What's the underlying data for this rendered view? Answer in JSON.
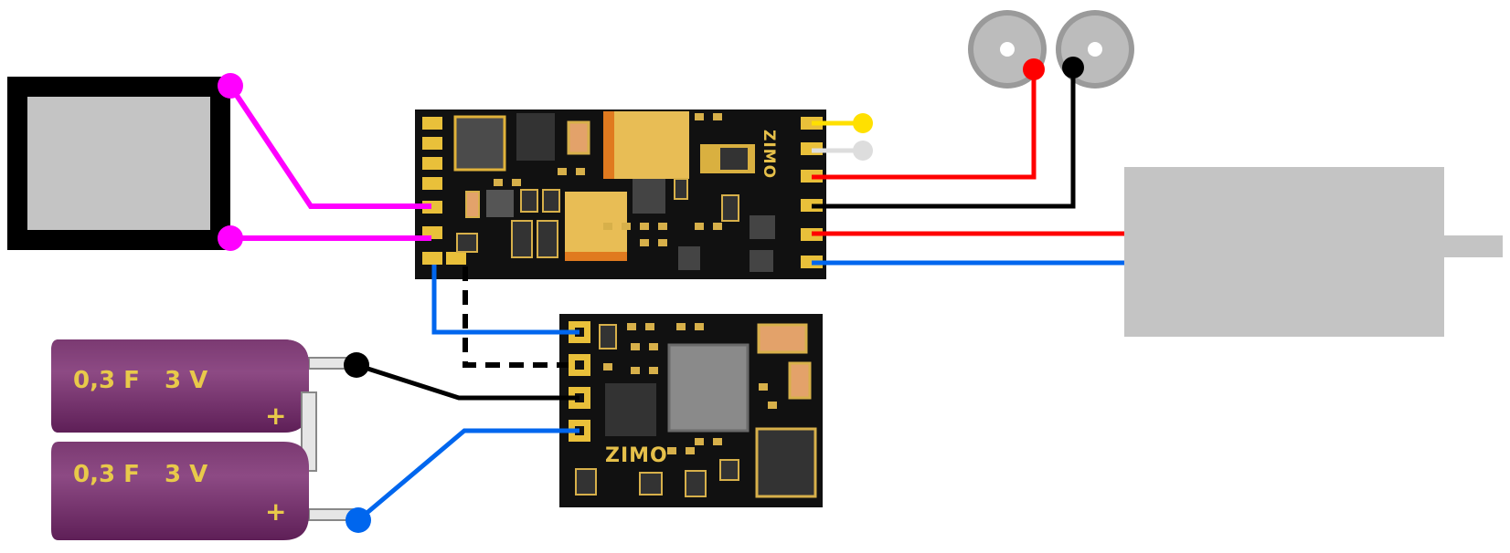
{
  "decoder": {
    "logo": "ZIMO"
  },
  "energy_module": {
    "logo": "ZIMO"
  },
  "capacitors": [
    {
      "label": "0,3 F   3 V",
      "polarity": "+"
    },
    {
      "label": "0,3 F   3 V",
      "polarity": "+"
    }
  ],
  "wire_colors": {
    "magenta": "#ff00ff",
    "red": "#ff0000",
    "black": "#000000",
    "blue": "#0066ee",
    "yellow": "#ffe000",
    "white": "#dddddd"
  }
}
